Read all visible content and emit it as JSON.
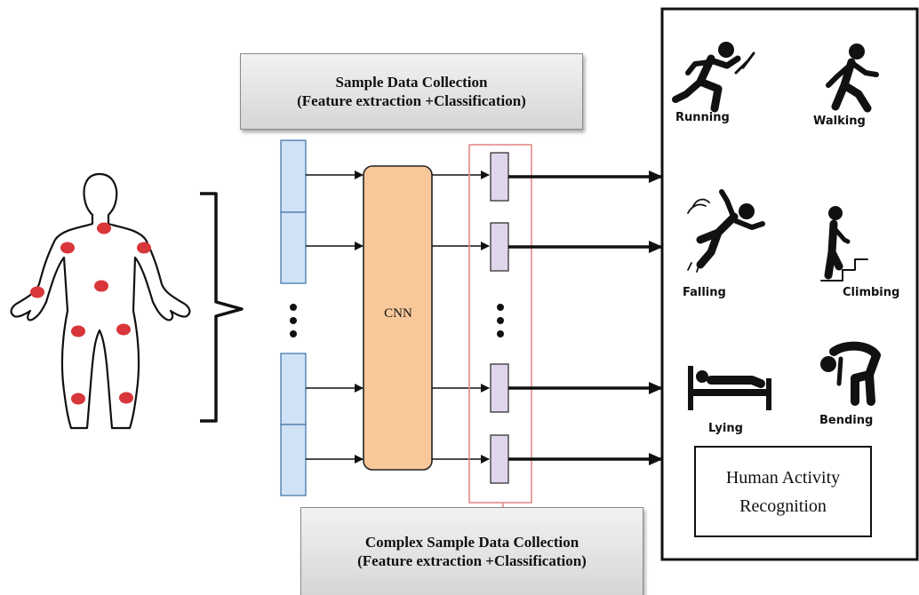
{
  "diagram": {
    "top_box": {
      "line1": "Sample Data Collection",
      "line2": "(Feature extraction +Classification)"
    },
    "bottom_box": {
      "line1": "Complex Sample Data Collection",
      "line2": "(Feature extraction +Classification)"
    },
    "cnn_label": "CNN",
    "result_box": {
      "line1": "Human Activity",
      "line2": "Recognition"
    },
    "activities": [
      {
        "label": "Running",
        "icon": "running-icon"
      },
      {
        "label": "Walking",
        "icon": "walking-icon"
      },
      {
        "label": "Falling",
        "icon": "falling-icon"
      },
      {
        "label": "Climbing",
        "icon": "climbing-icon"
      },
      {
        "label": "Lying",
        "icon": "lying-icon"
      },
      {
        "label": "Bending",
        "icon": "bending-icon"
      }
    ],
    "colors": {
      "sensor_dot": "#d8363a",
      "input_cell": "#cfe2f6",
      "cnn_block": "#f8c89a",
      "output_cell": "#e0d6ec",
      "output_frame": "#e28a8a"
    }
  }
}
